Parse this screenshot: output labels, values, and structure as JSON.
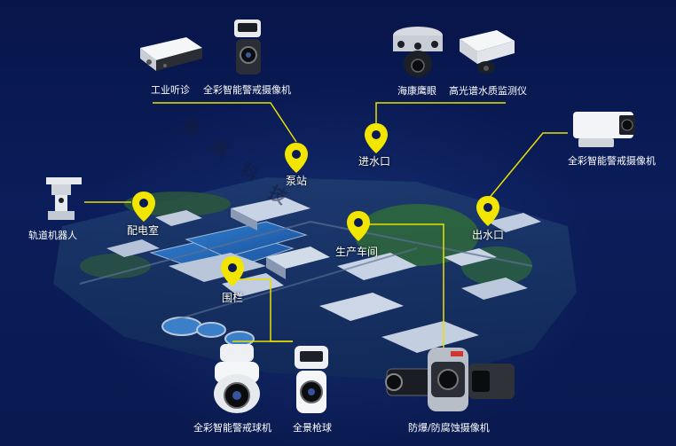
{
  "devices": {
    "gongye_tingzhen": "工业听诊",
    "quancai_jingjie_top": "全彩智能警戒摄像机",
    "haikang_yingyan": "海康鹰眼",
    "gaoguangpu": "高光谱水质监测仪",
    "quancai_jingjie_right": "全彩智能警戒摄像机",
    "guidao_jiqiren": "轨道机器人",
    "quancai_qiuji": "全彩智能警戒球机",
    "quancai_qiangqiu": "全景枪球",
    "fangbao": "防爆/防腐蚀摄像机"
  },
  "locations": {
    "bengzhan": "泵站",
    "jinshuikou": "进水口",
    "chushuikou": "出水口",
    "peidianshi": "配电室",
    "shengchan_chejian": "生产车间",
    "guanpian": "围栏"
  },
  "watermark": [
    "慧",
    "翼",
    "科",
    "技"
  ],
  "colors": {
    "background": "#0a1a52",
    "pin": "#f2e600",
    "leader_line": "#e8e000",
    "label": "#ffffff"
  }
}
